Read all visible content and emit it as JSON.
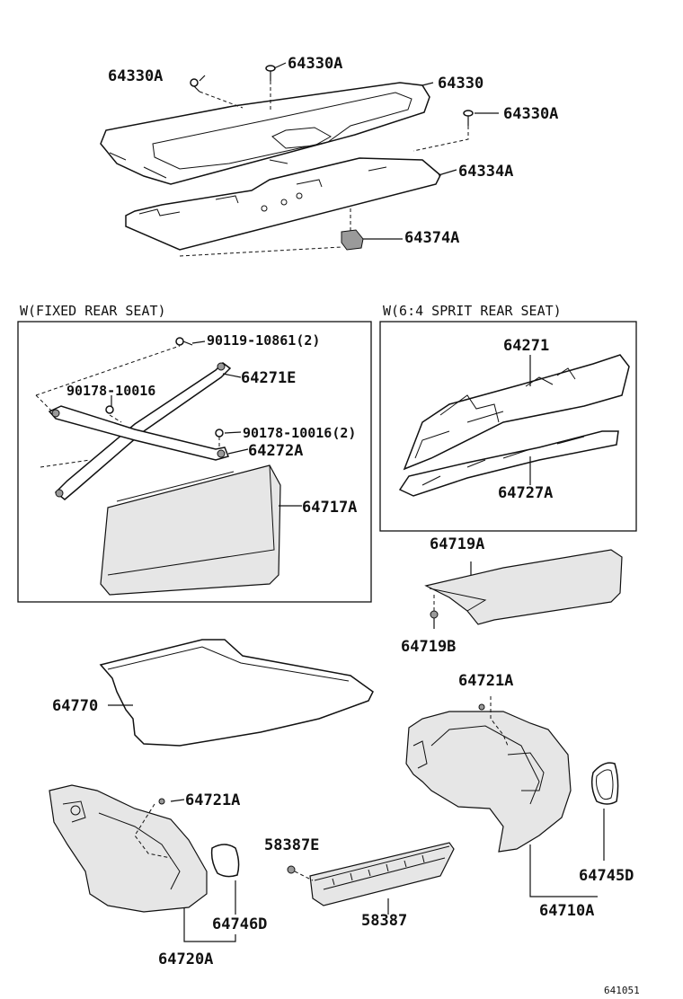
{
  "sections": {
    "fixed_seat": "W(FIXED REAR SEAT)",
    "split_seat": "W(6:4 SPRIT REAR SEAT)"
  },
  "labels": {
    "p64330A_left": "64330A",
    "p64330A_top": "64330A",
    "p64330": "64330",
    "p64330A_right": "64330A",
    "p64334A": "64334A",
    "p64374A": "64374A",
    "p90119": "90119-10861(2)",
    "p64271E": "64271E",
    "p90178_a": "90178-10016",
    "p90178_b": "90178-10016(2)",
    "p64272A": "64272A",
    "p64717A": "64717A",
    "p64271": "64271",
    "p64727A": "64727A",
    "p64719A": "64719A",
    "p64719B": "64719B",
    "p64770": "64770",
    "p64721A_right": "64721A",
    "p64721A_left": "64721A",
    "p58387E": "58387E",
    "p58387": "58387",
    "p64745D": "64745D",
    "p64710A": "64710A",
    "p64746D": "64746D",
    "p64720A": "64720A"
  },
  "figure_number": "641051"
}
